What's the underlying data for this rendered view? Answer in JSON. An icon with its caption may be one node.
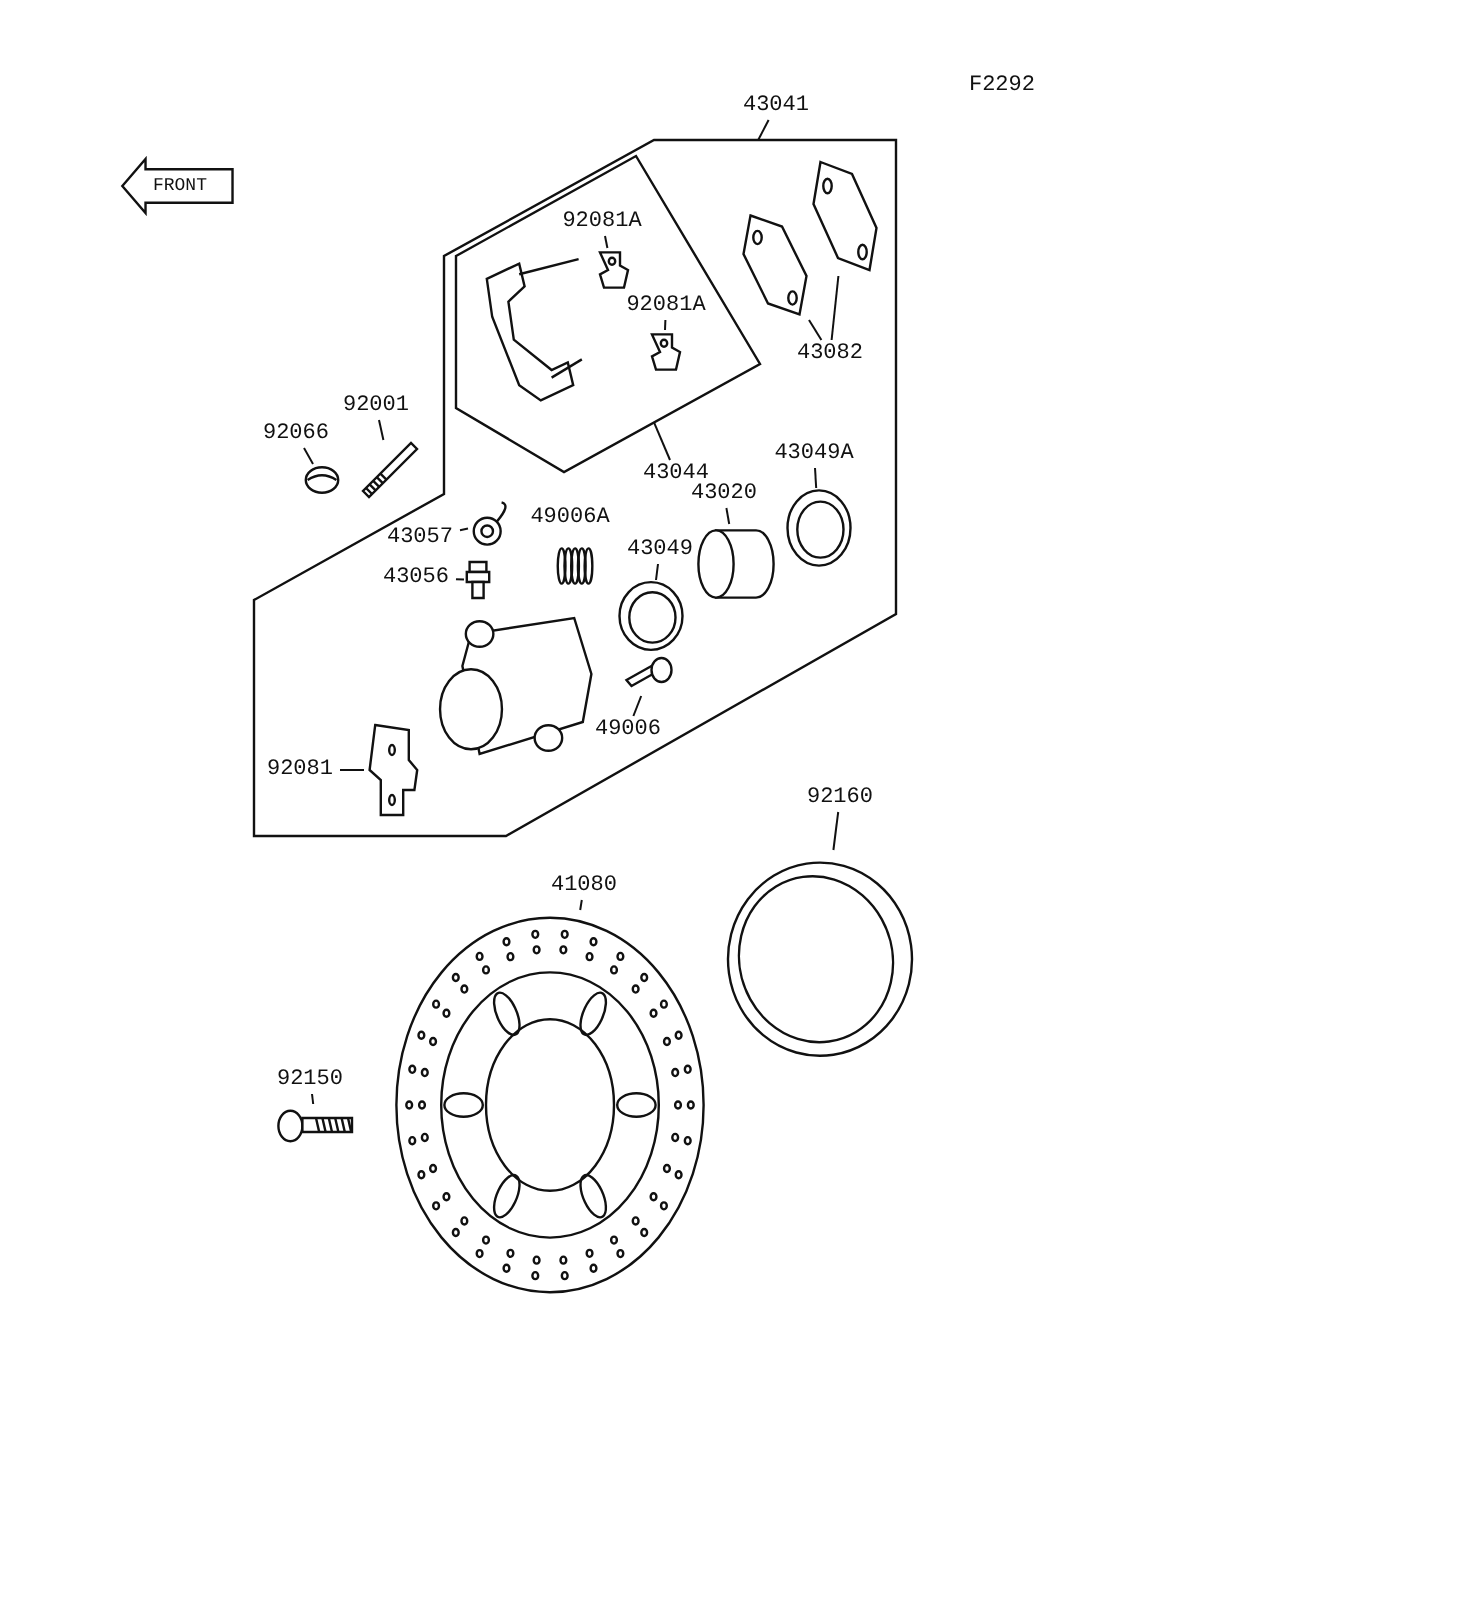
{
  "diagram": {
    "nodes": [
      {
        "text": [],
        "shape": "box"
      },
      {
        "text": [
          "43041"
        ]
      },
      {
        "text": [],
        "shape": "box",
        "in": 0
      },
      {
        "text": [
          "92081A"
        ],
        "in": 2
      },
      {
        "text": [],
        "shape": "picture",
        "in": 2
      },
      {
        "text": [
          "92081A"
        ],
        "in": 2
      },
      {
        "text": [],
        "shape": "picture",
        "in": 2
      },
      {
        "text": [
          "43044"
        ],
        "in": 0
      },
      {
        "text": [],
        "shape": "picture",
        "in": 0
      },
      {
        "text": [],
        "shape": "picture",
        "in": 0
      },
      {
        "text": [
          "43082"
        ],
        "in": 0
      },
      {
        "text": [
          "92001"
        ]
      },
      {
        "text": [],
        "shape": "picture"
      },
      {
        "text": [
          "92066"
        ]
      },
      {
        "text": [],
        "shape": "picture"
      },
      {
        "text": [
          "43049A"
        ],
        "in": 0
      },
      {
        "text": [],
        "shape": "picture",
        "in": 0
      },
      {
        "text": [
          "43020"
        ],
        "in": 0
      },
      {
        "text": [],
        "shape": "cylinder",
        "in": 0
      },
      {
        "text": [
          "43049"
        ],
        "in": 0
      },
      {
        "text": [],
        "shape": "picture",
        "in": 0
      },
      {
        "text": [
          "43057"
        ],
        "in": 0
      },
      {
        "text": [],
        "shape": "picture",
        "in": 0
      },
      {
        "text": [
          "43056"
        ],
        "in": 0
      },
      {
        "text": [],
        "shape": "picture",
        "in": 0
      },
      {
        "text": [
          "49006"
        ],
        "in": 0
      },
      {
        "text": [],
        "shape": "picture",
        "in": 0
      },
      {
        "text": [
          "92081"
        ],
        "in": 0
      },
      {
        "text": [],
        "shape": "picture",
        "in": 0
      },
      {
        "text": [
          "92160"
        ]
      },
      {
        "text": [],
        "shape": "picture"
      },
      {
        "text": [
          "41080"
        ]
      },
      {
        "text": [],
        "shape": "picture"
      },
      {
        "text": [
          "92150"
        ]
      },
      {
        "text": [],
        "shape": "picture"
      }
    ],
    "edges": [
      {
        "from": 1,
        "to": 0,
        "arrow": "none"
      },
      {
        "from": 3,
        "to": 4,
        "arrow": "none"
      },
      {
        "from": 5,
        "to": 6,
        "arrow": "none"
      },
      {
        "from": 7,
        "to": 2,
        "arrow": "none"
      },
      {
        "from": 10,
        "to": 8,
        "arrow": "none"
      },
      {
        "from": 10,
        "to": 9,
        "arrow": "none"
      },
      {
        "from": 11,
        "to": 12,
        "arrow": "none"
      },
      {
        "from": 13,
        "to": 14,
        "arrow": "none"
      },
      {
        "from": 15,
        "to": 16,
        "arrow": "none"
      },
      {
        "from": 17,
        "to": 18,
        "arrow": "none"
      },
      {
        "from": 19,
        "to": 20,
        "arrow": "none"
      },
      {
        "from": 21,
        "to": 22,
        "arrow": "none"
      },
      {
        "from": 23,
        "to": 24,
        "arrow": "none"
      },
      {
        "from": 25,
        "to": 26,
        "arrow": "none"
      },
      {
        "from": 27,
        "to": 28,
        "arrow": "none"
      },
      {
        "from": 29,
        "to": 30,
        "arrow": "none"
      },
      {
        "from": 31,
        "to": 32,
        "arrow": "none"
      },
      {
        "from": 33,
        "to": 34,
        "arrow": "none"
      }
    ],
    "labels": [
      "F2292",
      "FRONT",
      "49006A"
    ]
  }
}
